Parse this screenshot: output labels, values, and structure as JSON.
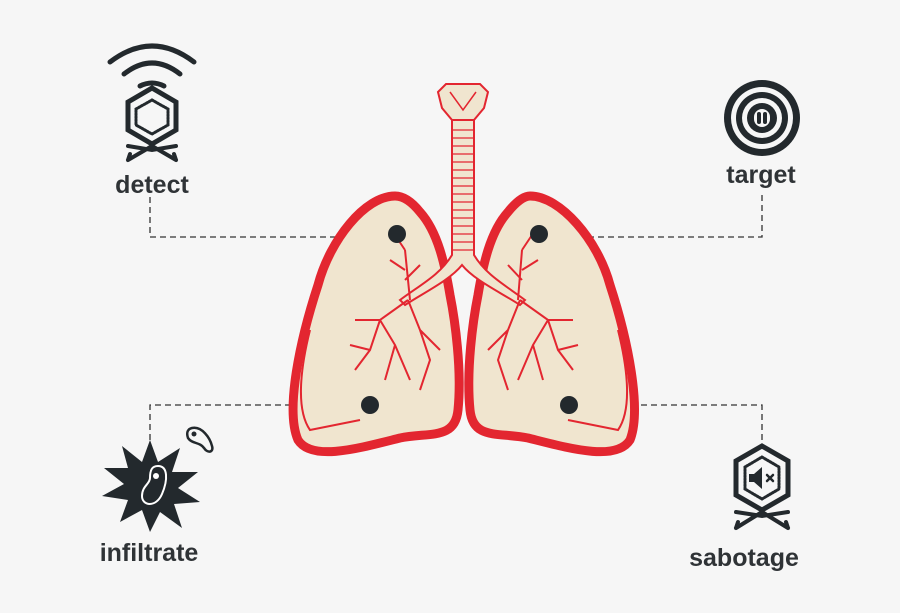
{
  "labels": {
    "detect": "detect",
    "target": "target",
    "infiltrate": "infiltrate",
    "sabotage": "sabotage"
  },
  "icons": {
    "detect": "hexagon-virus-with-wifi-signal-icon",
    "target": "bullseye-with-pill-icon",
    "infiltrate": "burst-with-bacterium-icon",
    "sabotage": "hexagon-virus-with-muted-speaker-icon"
  },
  "colors": {
    "lung_outline": "#e32630",
    "lung_fill": "#f0e5cf",
    "icon_dark": "#23292d",
    "background": "#f6f6f6"
  }
}
